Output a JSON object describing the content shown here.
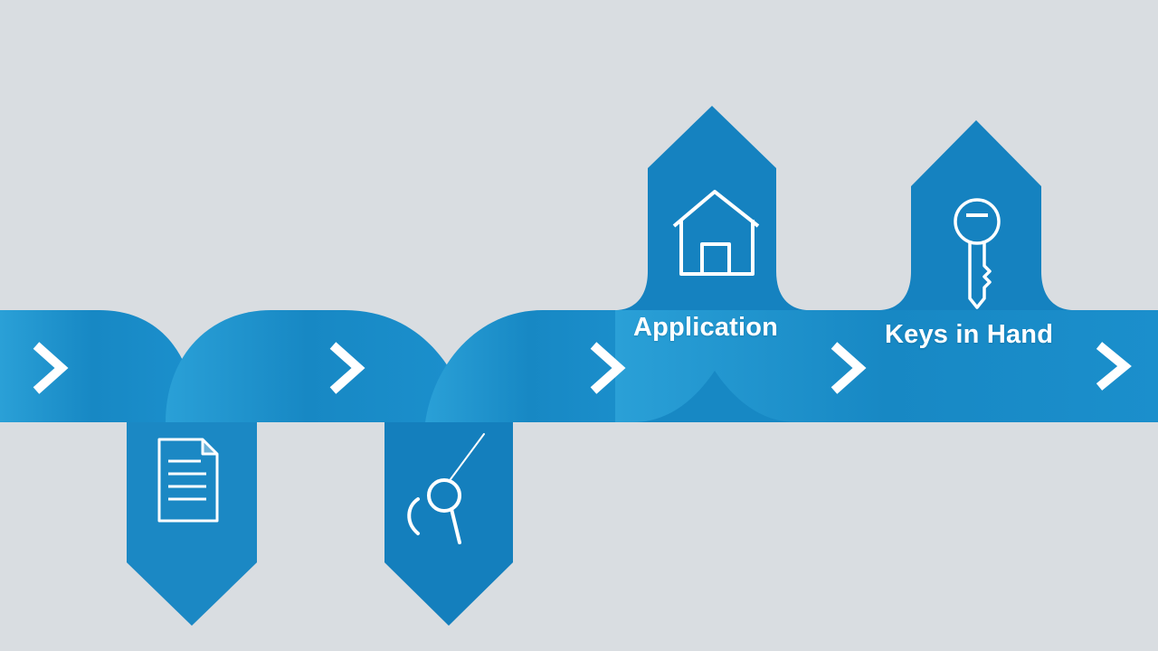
{
  "colors": {
    "background": "#d9dde1",
    "band": "#1788c4",
    "band_light": "#2a9fd6",
    "band_dark": "#0f6fa8",
    "icon_stroke": "#ffffff"
  },
  "steps": [
    {
      "id": "document",
      "icon": "document-icon",
      "label": ""
    },
    {
      "id": "search",
      "icon": "magnifier-icon",
      "label": ""
    },
    {
      "id": "application",
      "icon": "house-icon",
      "label": "Application"
    },
    {
      "id": "keys",
      "icon": "key-icon",
      "label": "Keys in Hand"
    }
  ],
  "chevron_icon": "chevron-right-icon"
}
